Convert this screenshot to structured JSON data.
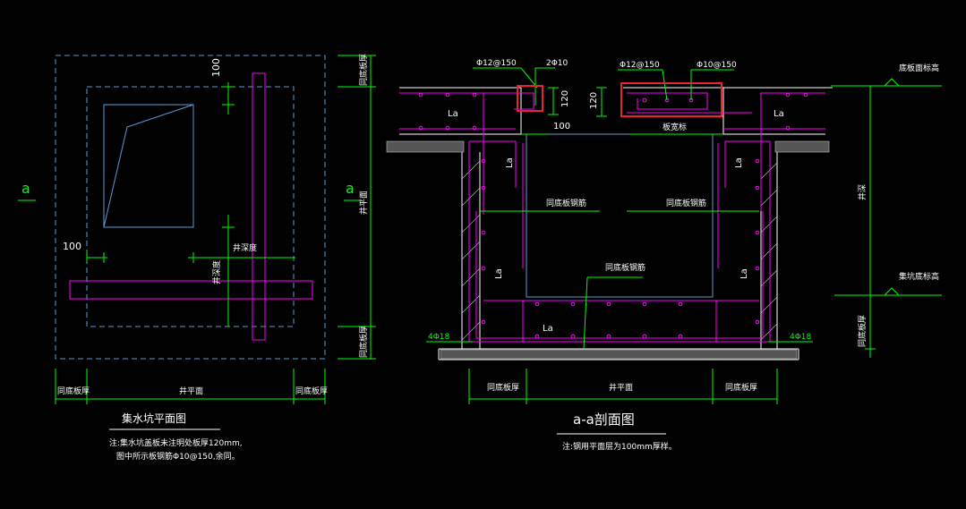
{
  "colors": {
    "background": "#000000",
    "dim": "#00ff00",
    "outline": "#5b9bd5",
    "rebar": "#ff00ff",
    "text": "#ffffff",
    "highlight": "#e3262b",
    "concrete": "#bfbfbf"
  },
  "plan": {
    "section_mark_left": "a",
    "section_mark_right": "a",
    "dim_100_top": "100",
    "dim_100_left": "100",
    "label_pit_depth": "井深度",
    "label_pit_depth_v": "井深度",
    "label_well_plane_v": "井平面",
    "label_slab_top": "同底板厚",
    "label_slab_bottom": "同底板厚",
    "bottom_left": "同底板厚",
    "bottom_mid": "井平面",
    "bottom_right": "同底板厚",
    "title": "集水坑平面图",
    "note_line1": "注:集水坑盖板未注明处板厚120mm,",
    "note_line2": "图中所示板钢筋Φ10@150,余同。"
  },
  "section": {
    "top_rebar_left": "Φ12@150",
    "top_rebar_mid": "2Φ10",
    "top_rebar_right1": "Φ12@150",
    "top_rebar_right2": "Φ10@150",
    "dim_120_left": "120",
    "dim_120_right": "120",
    "dim_100": "100",
    "cover_label": "板宽标",
    "la_top_left": "La",
    "la_top_right": "La",
    "la_wall_left": "La",
    "la_wall_right": "La",
    "la_low_left": "La",
    "la_low_right": "La",
    "la_bottom": "La",
    "rebar_note_left": "同底板钢筋",
    "rebar_note_right": "同底板钢筋",
    "rebar_note_bottom": "同底板钢筋",
    "bar_left": "4Φ18",
    "bar_right": "4Φ18",
    "right_top_label": "底板面标高",
    "right_mid_label": "集坑底标高",
    "right_depth": "井深",
    "right_bottom": "同底板厚",
    "bottom_left": "同底板厚",
    "bottom_mid": "井平面",
    "bottom_right": "同底板厚",
    "title": "a-a剖面图",
    "note": "注:钢用平面层为100mm厚样。"
  }
}
